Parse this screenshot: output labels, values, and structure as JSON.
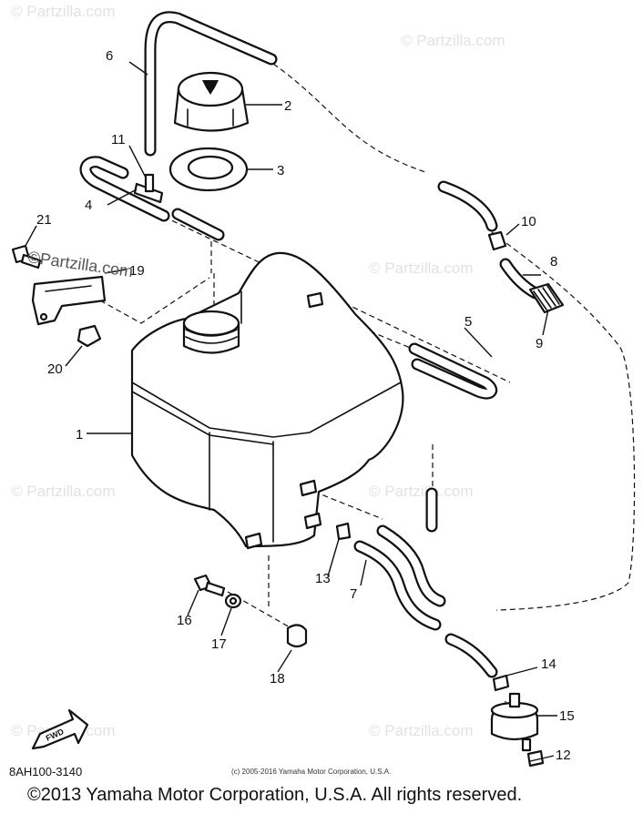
{
  "watermark": "© Partzilla.com",
  "watermark_overlay": "©Partzilla.com",
  "part_numbers": [
    "1",
    "2",
    "3",
    "4",
    "5",
    "6",
    "7",
    "8",
    "9",
    "10",
    "11",
    "12",
    "13",
    "14",
    "15",
    "16",
    "17",
    "18",
    "19",
    "20",
    "21"
  ],
  "fwd_label": "FWD",
  "diagram_code": "8AH100-3140",
  "small_copyright": "(c) 2005-2016 Yamaha Motor Corporation, U.S.A.",
  "copyright": "©2013 Yamaha Motor Corporation, U.S.A. All rights reserved."
}
